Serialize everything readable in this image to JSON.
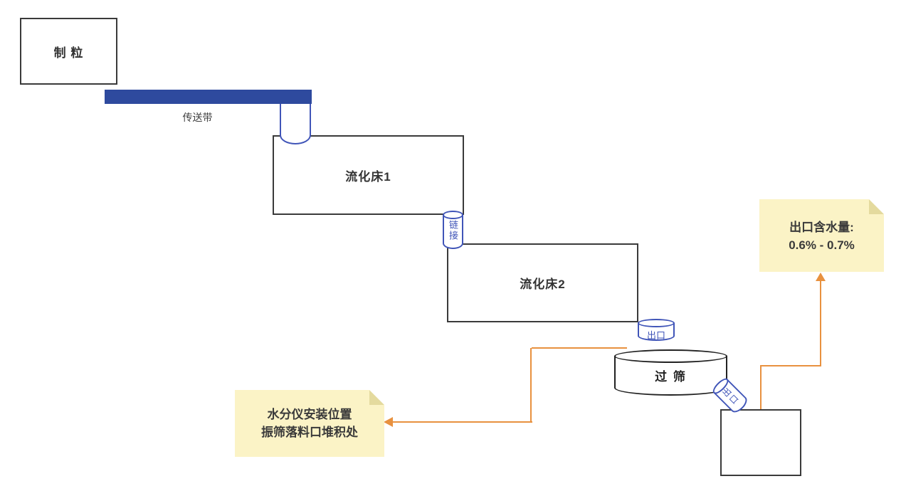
{
  "diagram": {
    "nodes": {
      "granulation": {
        "label": "制 粒"
      },
      "conveyor": {
        "label": "传送带"
      },
      "fluid_bed_1": {
        "label": "流化床1"
      },
      "fluid_bed_2": {
        "label": "流化床2"
      },
      "link": {
        "label": "链接"
      },
      "outlet": {
        "label": "出口"
      },
      "sieve": {
        "label": "过 筛"
      },
      "tilted_outlet": {
        "label": "出口"
      },
      "collection_box": {
        "label": ""
      }
    },
    "notes": {
      "moisture_spec": {
        "line1": "出口含水量:",
        "line2": "0.6% - 0.7%"
      },
      "sensor_location": {
        "line1": "水分仪安装位置",
        "line2": "振筛落料口堆积处"
      }
    },
    "colors": {
      "belt_blue": "#2E4A9E",
      "cylinder_blue": "#4055B8",
      "box_stroke": "#3A3A3A",
      "drum_stroke": "#222222",
      "arrow_orange": "#E8913F",
      "note_fill": "#FBF3C6",
      "note_fold": "#E4DA9E",
      "note_text": "#3A3A3A"
    }
  }
}
